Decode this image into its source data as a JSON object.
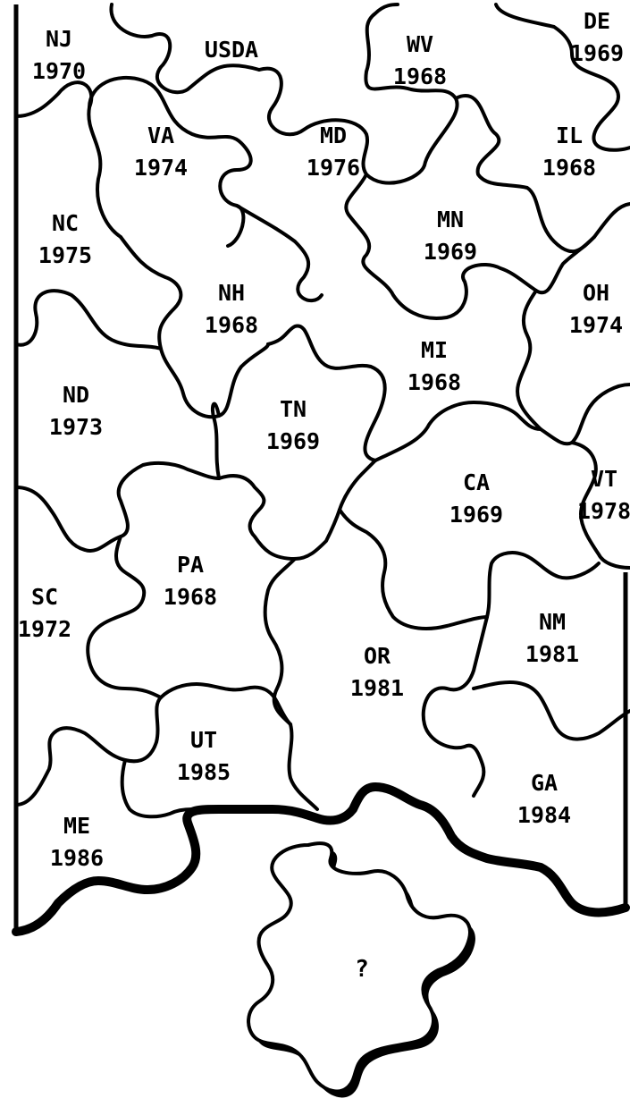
{
  "pieces": [
    {
      "id": "nj",
      "state": "NJ",
      "year": "1970"
    },
    {
      "id": "usda",
      "state": "USDA",
      "year": ""
    },
    {
      "id": "wv",
      "state": "WV",
      "year": "1968"
    },
    {
      "id": "de",
      "state": "DE",
      "year": "1969"
    },
    {
      "id": "va",
      "state": "VA",
      "year": "1974"
    },
    {
      "id": "md",
      "state": "MD",
      "year": "1976"
    },
    {
      "id": "il",
      "state": "IL",
      "year": "1968"
    },
    {
      "id": "nc",
      "state": "NC",
      "year": "1975"
    },
    {
      "id": "mn",
      "state": "MN",
      "year": "1969"
    },
    {
      "id": "nh",
      "state": "NH",
      "year": "1968"
    },
    {
      "id": "oh",
      "state": "OH",
      "year": "1974"
    },
    {
      "id": "mi",
      "state": "MI",
      "year": "1968"
    },
    {
      "id": "nd",
      "state": "ND",
      "year": "1973"
    },
    {
      "id": "tn",
      "state": "TN",
      "year": "1969"
    },
    {
      "id": "vt",
      "state": "VT",
      "year": "1978"
    },
    {
      "id": "ca",
      "state": "CA",
      "year": "1969"
    },
    {
      "id": "pa",
      "state": "PA",
      "year": "1968"
    },
    {
      "id": "sc",
      "state": "SC",
      "year": "1972"
    },
    {
      "id": "nm",
      "state": "NM",
      "year": "1981"
    },
    {
      "id": "or",
      "state": "OR",
      "year": "1981"
    },
    {
      "id": "ut",
      "state": "UT",
      "year": "1985"
    },
    {
      "id": "ga",
      "state": "GA",
      "year": "1984"
    },
    {
      "id": "me",
      "state": "ME",
      "year": "1986"
    }
  ],
  "missing_piece": {
    "label": "?"
  }
}
